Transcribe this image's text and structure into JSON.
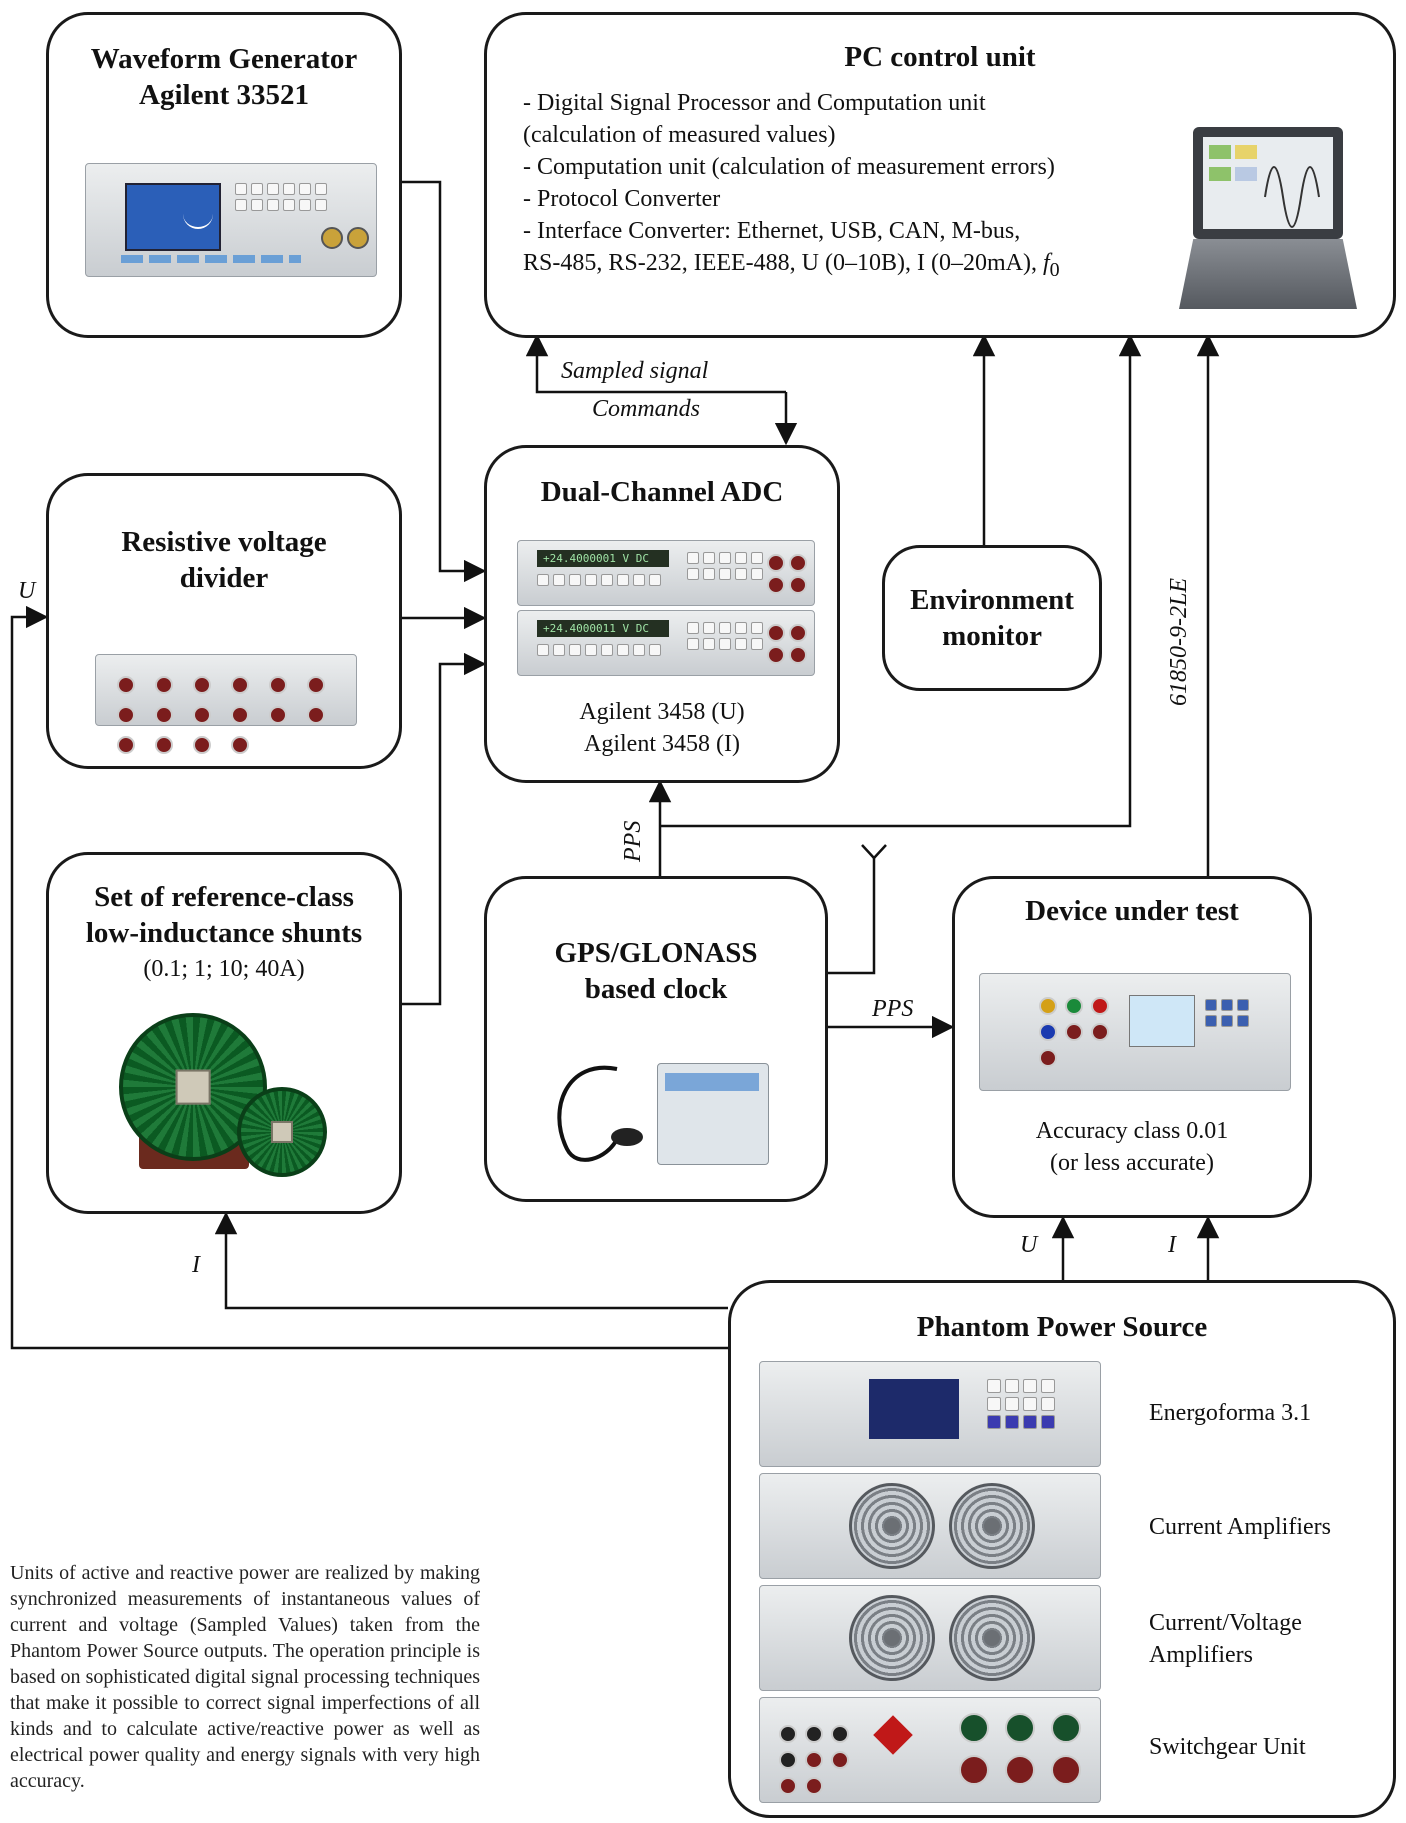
{
  "waveform_generator": {
    "title_line1": "Waveform Generator",
    "title_line2": "Agilent 33521"
  },
  "pc_control": {
    "title": "PC control unit",
    "lines": [
      "- Digital Signal Processor and Computation unit",
      "(calculation of measured values)",
      "- Computation unit (calculation of measurement errors)",
      "- Protocol Converter",
      "- Interface Converter: Ethernet, USB, CAN, M-bus,"
    ],
    "last_line": "RS-485, RS-232, IEEE-488, U (0–10B), I (0–20mA), ",
    "f_symbol": "f",
    "f_sub": "0"
  },
  "dac": {
    "title": "Dual-Channel ADC",
    "line1": "Agilent 3458 (U)",
    "line2": "Agilent 3458 (I)"
  },
  "divider": {
    "title_line1": "Resistive voltage",
    "title_line2": "divider"
  },
  "env": {
    "line1": "Environment",
    "line2": "monitor"
  },
  "shunts": {
    "title_line1": "Set of reference-class",
    "title_line2": "low-inductance shunts",
    "sub": "(0.1; 1; 10; 40A)"
  },
  "gps": {
    "title_line1": "GPS/GLONASS",
    "title_line2": "based clock"
  },
  "dut": {
    "title": "Device under test",
    "line1": "Accuracy class 0.01",
    "line2": "(or less accurate)"
  },
  "phantom": {
    "title": "Phantom Power Source",
    "units": [
      "Energoforma 3.1",
      "Current Amplifiers",
      "Current/Voltage",
      "Amplifiers",
      "Switchgear Unit"
    ]
  },
  "labels": {
    "sampled": "Sampled signal",
    "commands": "Commands",
    "pps_vertical": "PPS",
    "pps_horizontal": "PPS",
    "protocol": "61850-9-2LE",
    "u_left": "U",
    "i_left": "I",
    "u_dut": "U",
    "i_dut": "I"
  },
  "description": "Units of active and reactive power are realized by making synchronized measurements of instantaneous values of current and voltage (Sampled Values) taken from the Phantom Power Source outputs. The operation principle is based on sophisticated digital signal processing techniques that make it possible to correct signal imperfections of all kinds and to calculate active/reactive power as well as electrical power quality and energy signals with very high accuracy."
}
